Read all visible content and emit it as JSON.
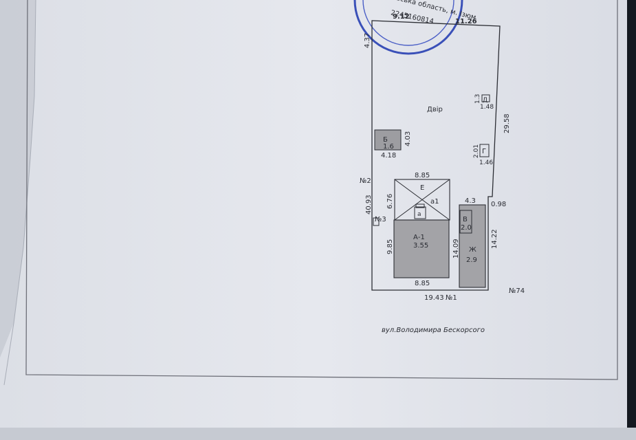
{
  "stamp": {
    "text_line1": "Харківська область, м. Ізюм",
    "text_line2": "2245160814"
  },
  "plan": {
    "dims": {
      "top_left": "9.12",
      "top_right": "11.26",
      "left_upper": "4.37",
      "right_long": "29.58",
      "left_long": "40.93",
      "bottom": "19.43",
      "notch": "0.98",
      "right_lower": "14.22"
    },
    "yard": "Двір",
    "neighbors": {
      "n2": "№2",
      "n3": "№3",
      "n1": "№1",
      "n74": "№74"
    },
    "buildings": {
      "B": {
        "letter": "Б",
        "w": "1.6",
        "h": "4.03",
        "base": "4.18"
      },
      "D": {
        "letter": "Д",
        "side": "1.3",
        "base": "1.48"
      },
      "G": {
        "letter": "Г",
        "side": "2.01",
        "base": "1.46"
      },
      "E": {
        "letter": "Е",
        "top": "8.85",
        "side": "6.76",
        "a1": "а1",
        "a": "а"
      },
      "A": {
        "letter": "А-1",
        "area": "3.55",
        "side": "9.85",
        "bottom": "8.85",
        "right": "14.09"
      },
      "V": {
        "letter": "В",
        "val": "2.0"
      },
      "Zh": {
        "letter": "Ж",
        "top": "4.3",
        "val": "2.9"
      }
    },
    "street": "вул.Володимира Бескорсого"
  }
}
